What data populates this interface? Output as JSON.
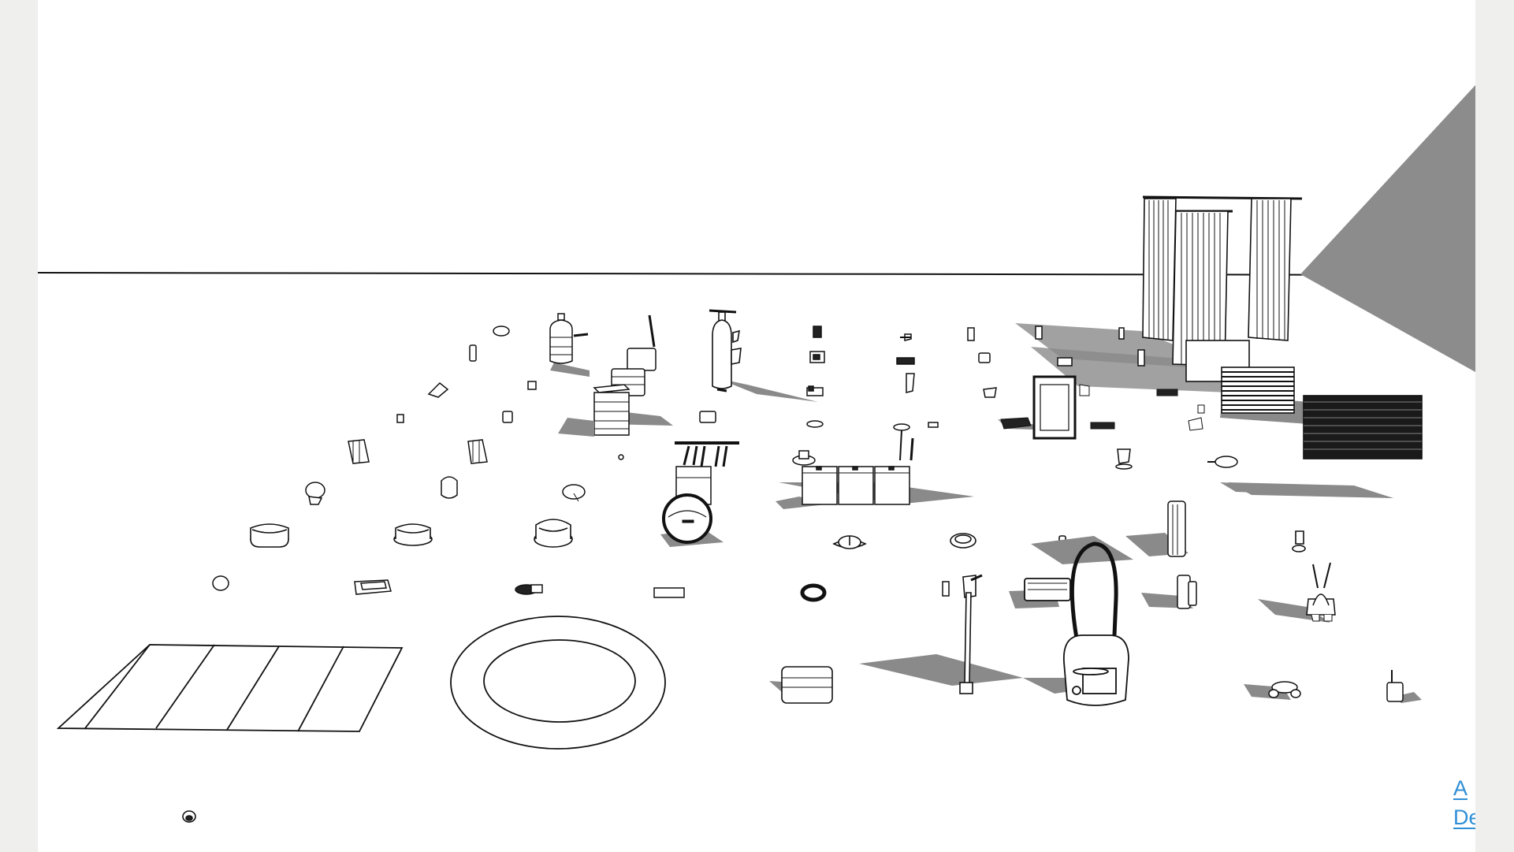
{
  "scene": {
    "title": "",
    "background": "#ffffff",
    "frame_background": "#efefed",
    "ink": "#111111",
    "shadow": "#8a8a8a",
    "wall_shade": "#8c8c8c"
  },
  "objects": [
    "rug",
    "round-rug",
    "curtains",
    "window-blinds",
    "water-jug",
    "ironing-board",
    "laundry-basket",
    "storage-drawers",
    "drying-rack",
    "laundry-bins",
    "robot-vacuum",
    "mirror",
    "stick-vacuum",
    "canister-vacuum",
    "cooking-pot",
    "storage-box",
    "plant-sprayer",
    "bucket"
  ],
  "brand": {
    "line1": "A",
    "line2": "Design",
    "color": "#2f8fd6"
  }
}
